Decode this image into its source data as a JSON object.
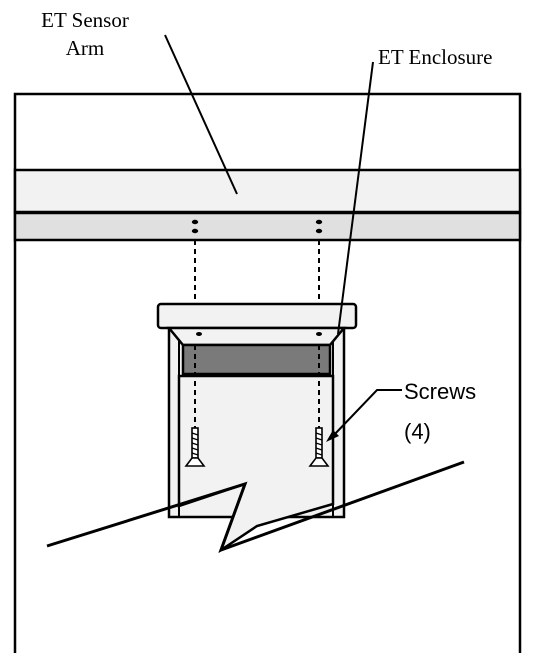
{
  "labels": {
    "sensor_arm_line1": "ET Sensor",
    "sensor_arm_line2": "Arm",
    "enclosure": "ET Enclosure",
    "screws_line1": "Screws",
    "screws_line2": "(4)"
  },
  "colors": {
    "stroke": "#000000",
    "arm_fill": "#f2f2f2",
    "arm_lower_fill": "#e0e0e0",
    "enclosure_fill": "#f2f2f2",
    "gasket_fill": "#7a7a7a",
    "background": "#ffffff"
  }
}
